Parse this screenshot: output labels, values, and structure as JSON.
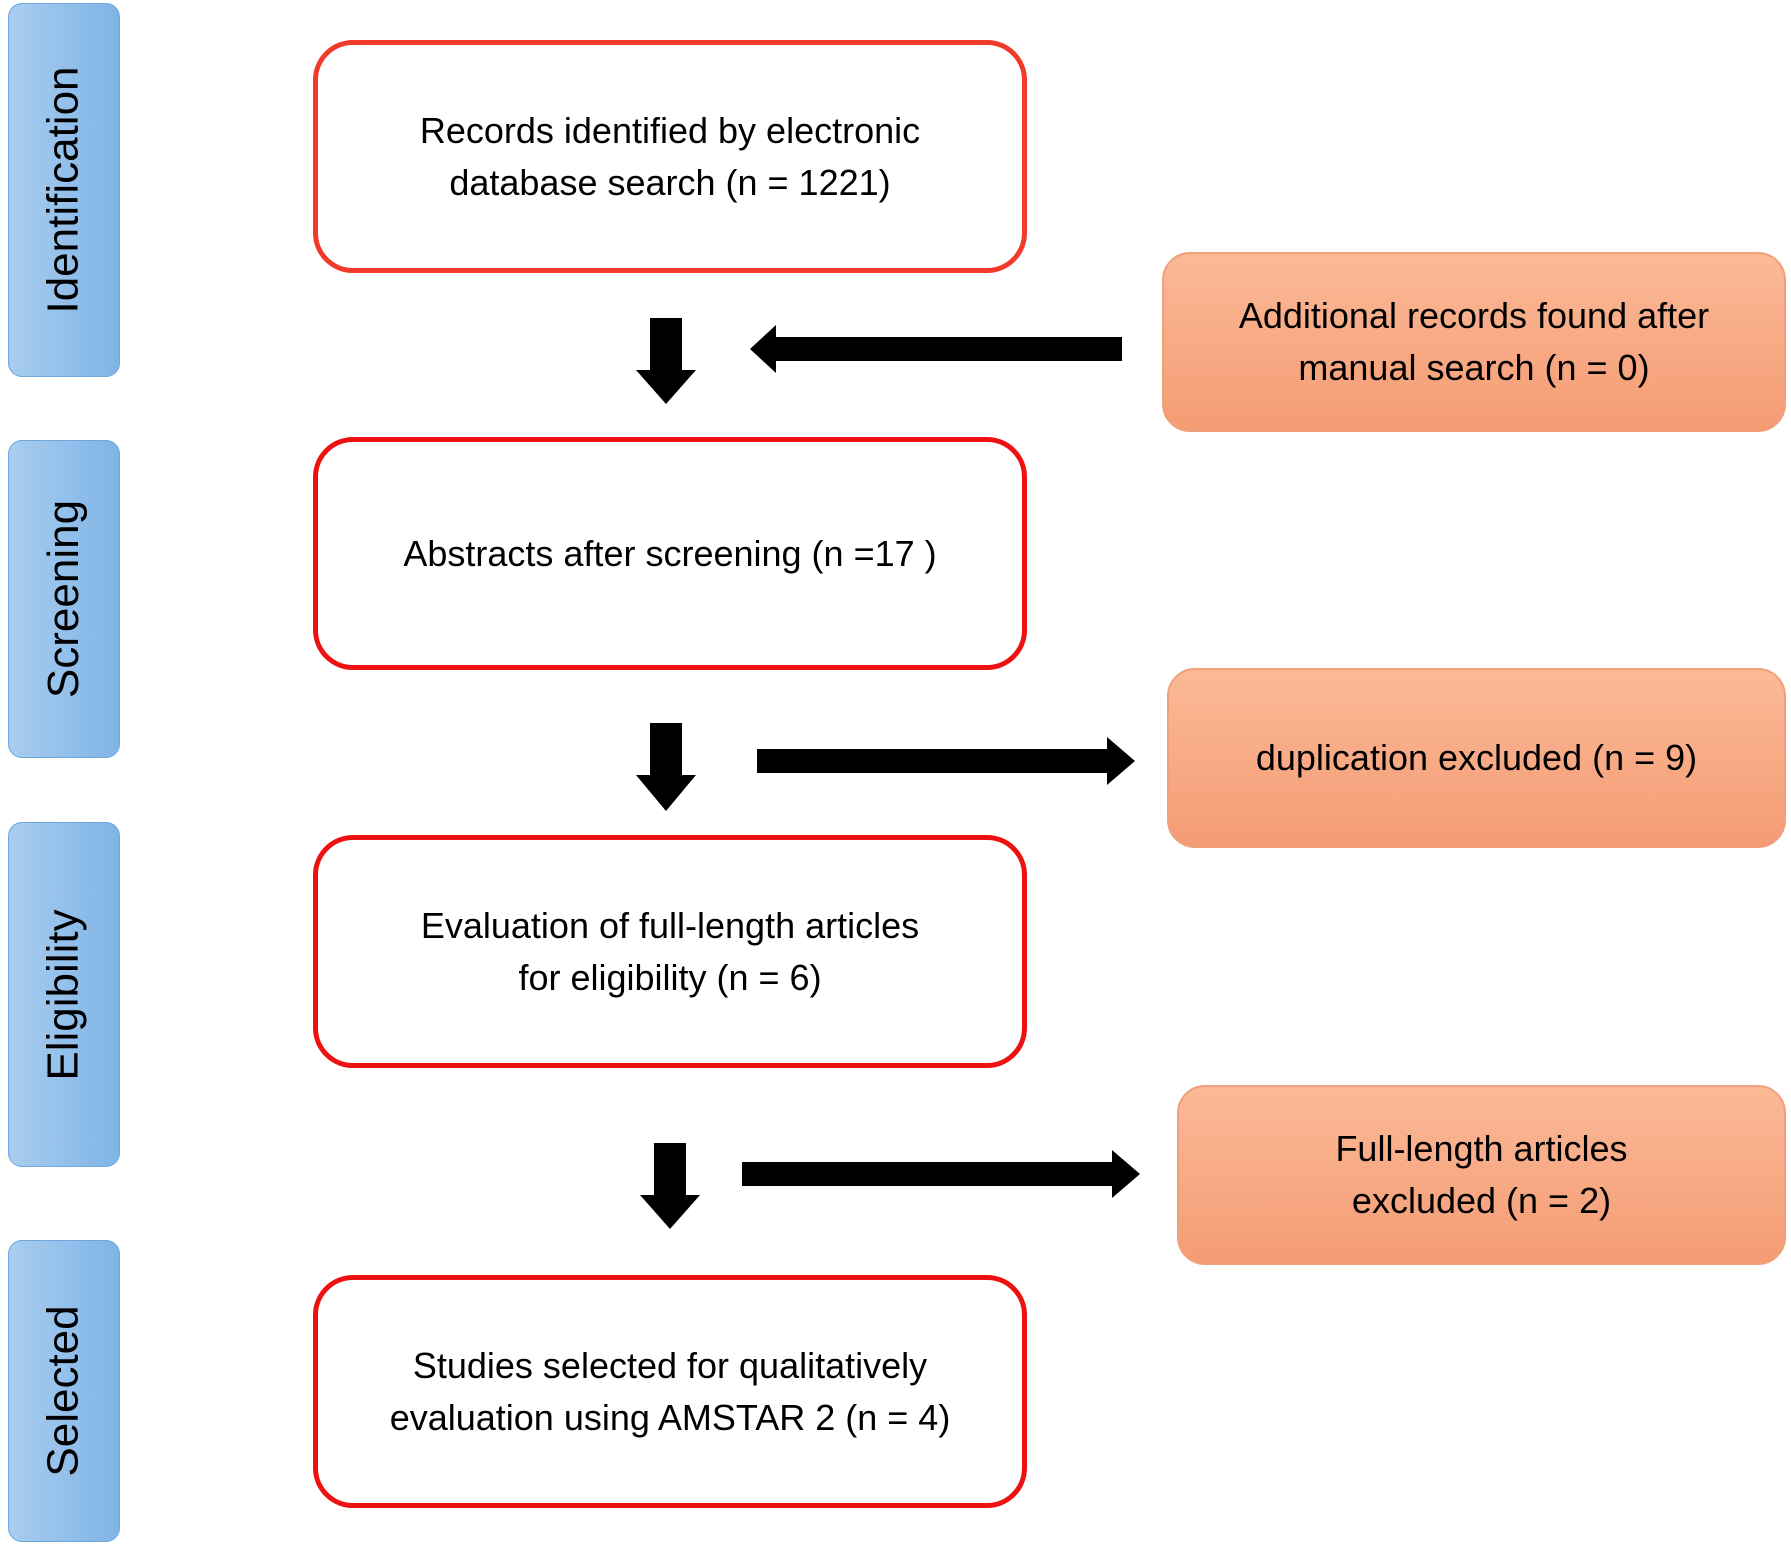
{
  "stages": [
    {
      "label": "Identification"
    },
    {
      "label": "Screening"
    },
    {
      "label": "Eligibility"
    },
    {
      "label": "Selected"
    }
  ],
  "main_boxes": [
    {
      "text": "Records identified by electronic\ndatabase search (n = 1221)"
    },
    {
      "text": "Abstracts after screening (n =17 )"
    },
    {
      "text": "Evaluation of full-length articles\nfor eligibility (n = 6)"
    },
    {
      "text": "Studies selected for qualitatively\nevaluation using AMSTAR 2 (n = 4)"
    }
  ],
  "side_boxes": [
    {
      "text": "Additional records found after\nmanual search (n = 0)"
    },
    {
      "text": "duplication excluded (n = 9)"
    },
    {
      "text": "Full-length articles\nexcluded  (n = 2)"
    }
  ],
  "colors": {
    "stage_fill": "#8ebde9",
    "main_border": "#ee1111",
    "side_fill": "#f7a783",
    "arrow": "#000000"
  }
}
